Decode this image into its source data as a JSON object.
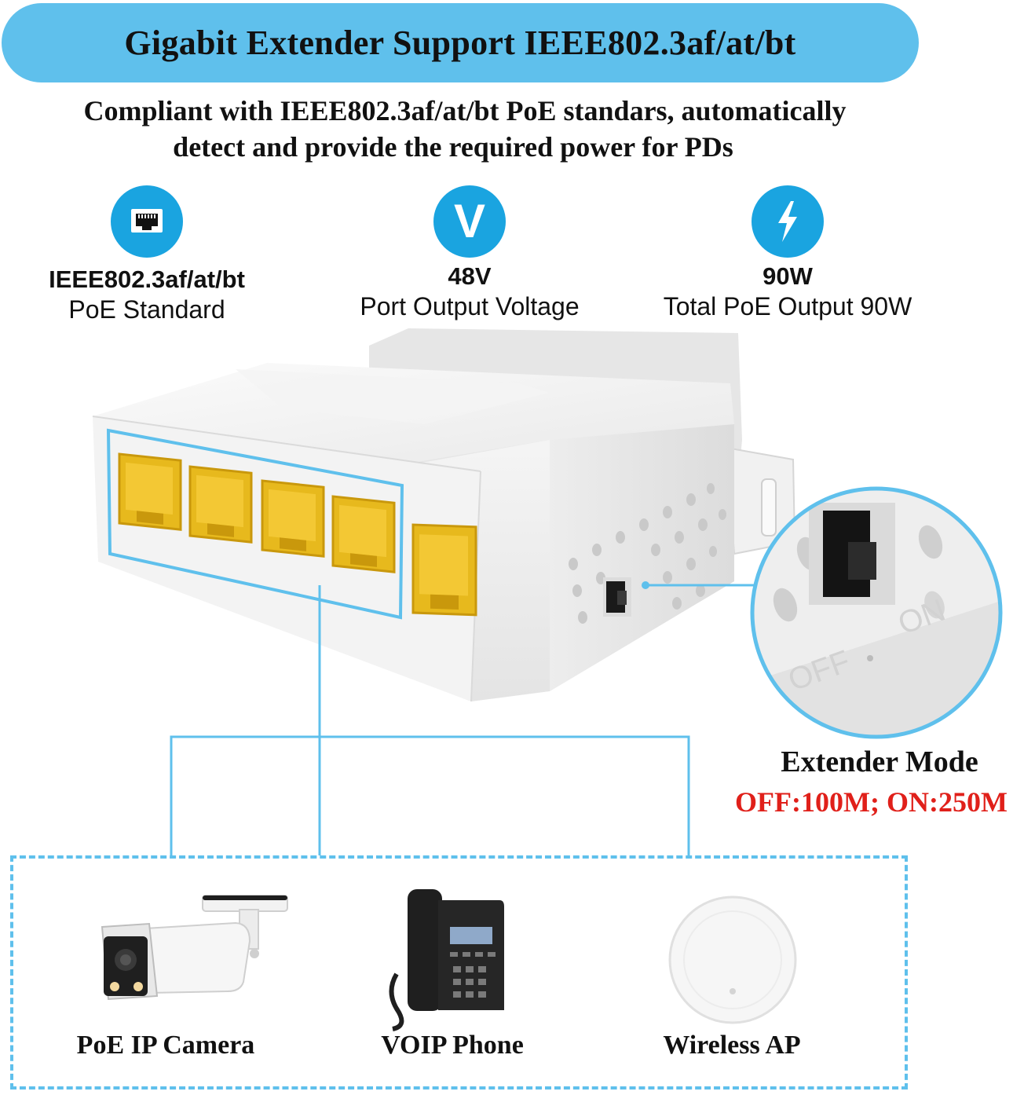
{
  "header": {
    "title": "Gigabit Extender Support IEEE802.3af/at/bt"
  },
  "subtitle": {
    "line1": "Compliant with IEEE802.3af/at/bt PoE standars, automatically",
    "line2": "detect and provide the required power for PDs"
  },
  "features": [
    {
      "icon": "ethernet-port-icon",
      "value": "IEEE802.3af/at/bt",
      "label": "PoE Standard"
    },
    {
      "icon": "voltage-icon",
      "glyph": "V",
      "value": "48V",
      "label": "Port Output Voltage"
    },
    {
      "icon": "lightning-bolt-icon",
      "value": "90W",
      "label": "Total PoE Output 90W"
    }
  ],
  "extender_mode": {
    "title": "Extender Mode",
    "values": "OFF:100M;  ON:250M",
    "switch_off_label": "OFF",
    "switch_on_label": "ON"
  },
  "devices": [
    {
      "icon": "ip-camera-icon",
      "label": "PoE IP Camera"
    },
    {
      "icon": "voip-phone-icon",
      "label": "VOIP Phone"
    },
    {
      "icon": "wireless-ap-icon",
      "label": "Wireless AP"
    }
  ],
  "colors": {
    "accent_blue": "#5fc0ec",
    "icon_blue": "#1aa4e0",
    "port_yellow": "#f2c230",
    "mode_red": "#e0201a"
  }
}
